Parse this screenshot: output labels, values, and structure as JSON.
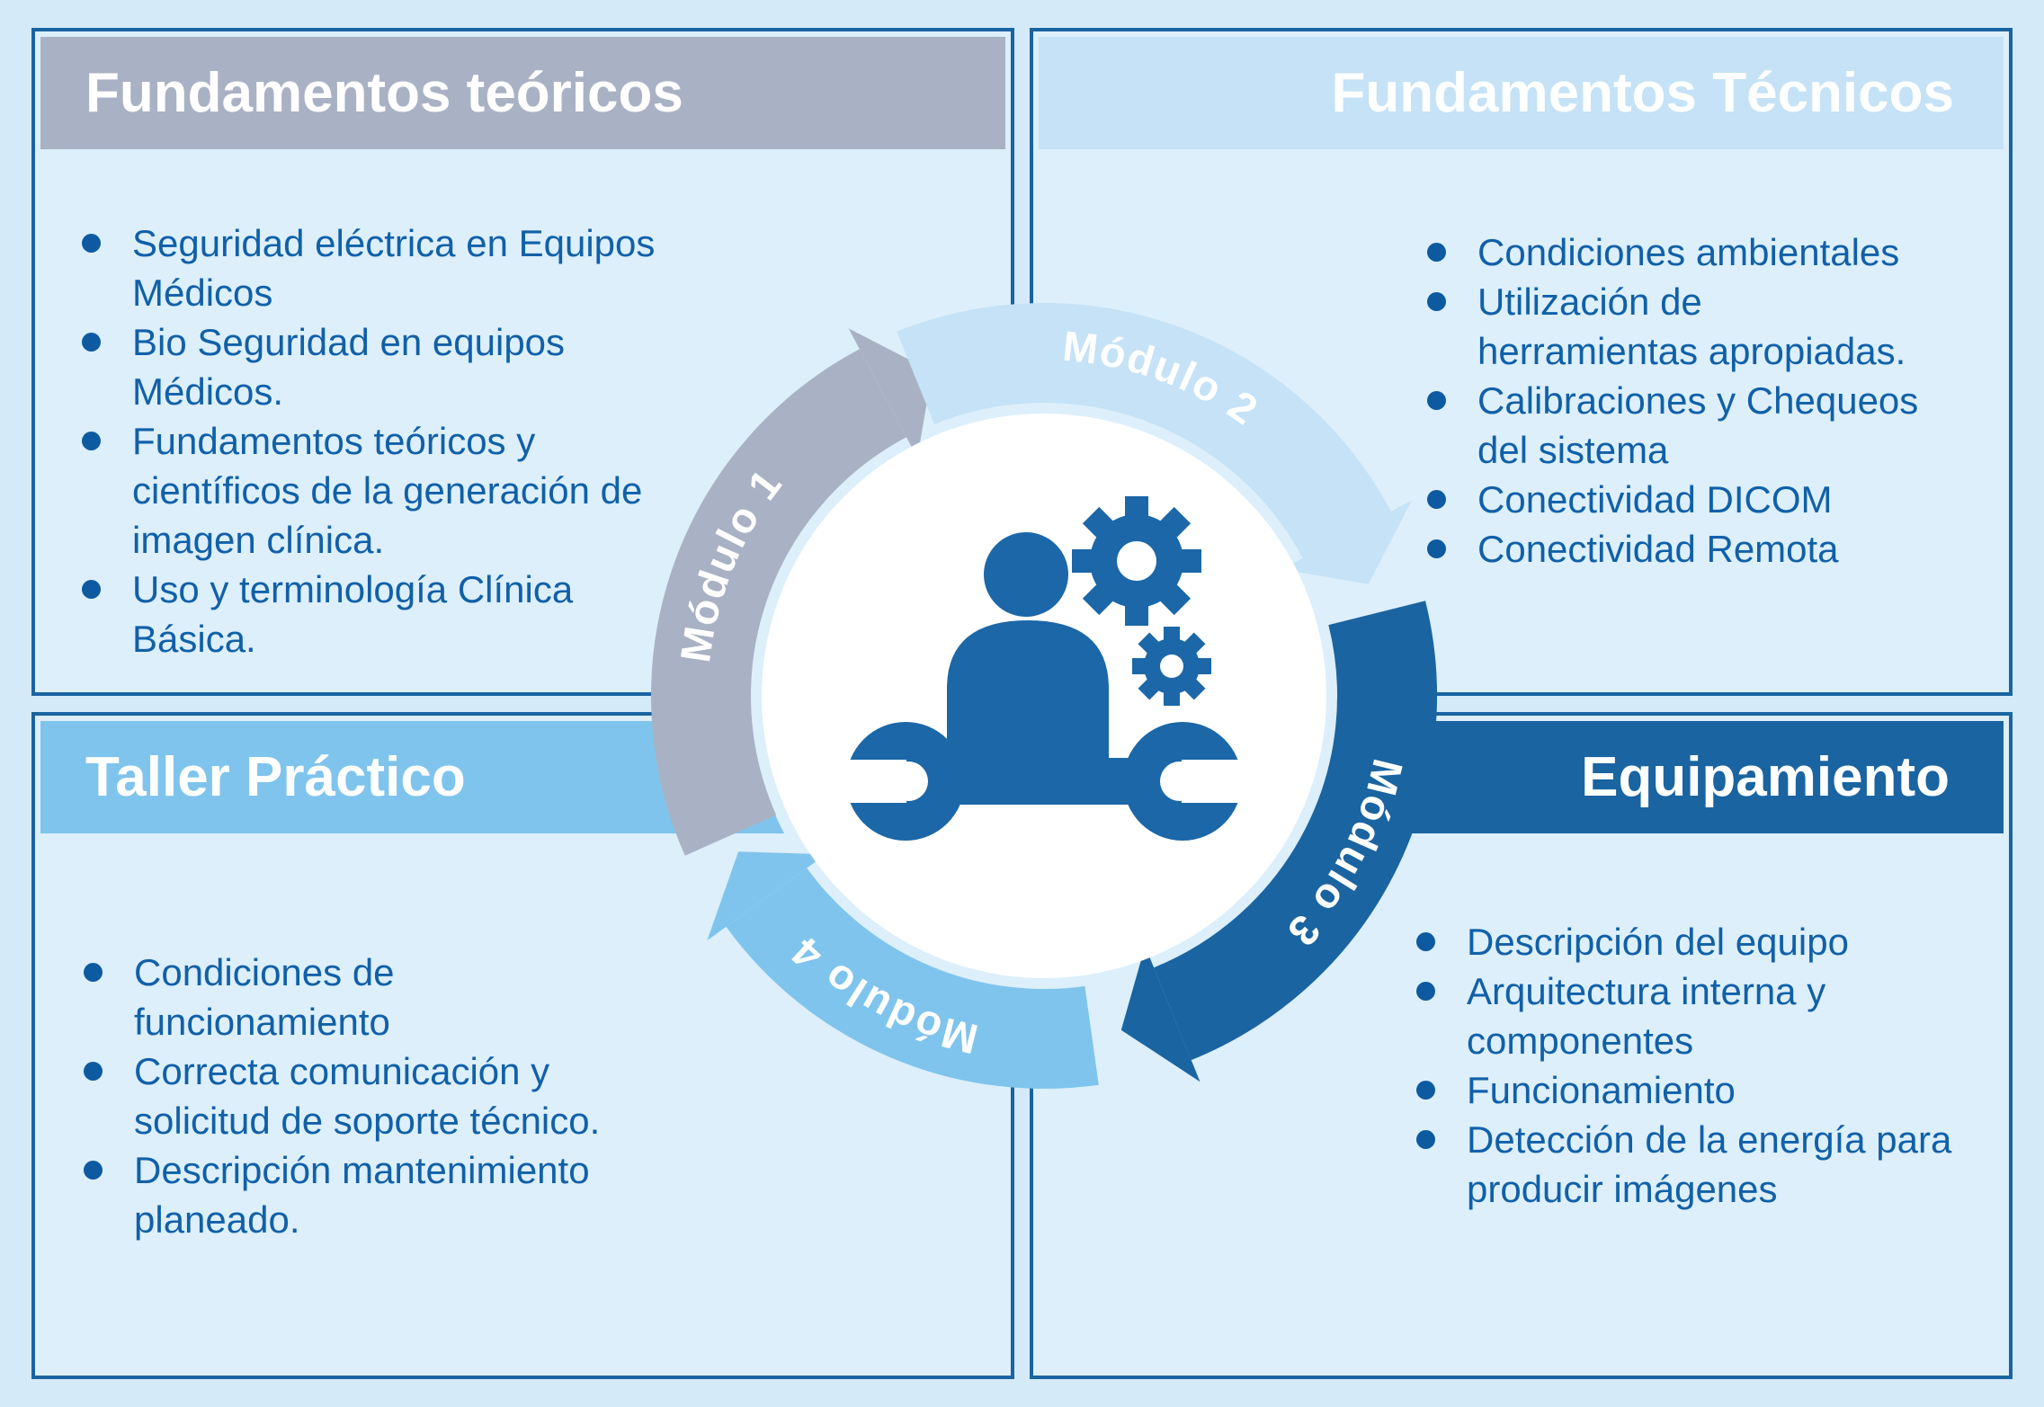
{
  "colors": {
    "page_bg": "#d5eaf8",
    "panel_bg": "#dceffb",
    "panel_border": "#1a64a1",
    "text_blue": "#1160a8",
    "bullet_blue": "#0e5aa0",
    "title_white": "#ffffff",
    "icon_blue": "#1b67a8",
    "center_circle": "#ffffff",
    "q_tl": "#a9b2c4",
    "q_tr": "#c5e2f6",
    "q_bl": "#7fc4ec",
    "q_br": "#1a64a1"
  },
  "quadrants": {
    "top_left": {
      "title": "Fundamentos teóricos",
      "bullets": [
        "Seguridad eléctrica en Equipos Médicos",
        "Bio Seguridad en equipos Médicos.",
        "Fundamentos teóricos y científicos de la generación de imagen clínica.",
        "Uso y terminología Clínica Básica."
      ]
    },
    "top_right": {
      "title": "Fundamentos Técnicos",
      "bullets": [
        "Condiciones ambientales",
        "Utilización de herramientas apropiadas.",
        "Calibraciones y Chequeos del sistema",
        "Conectividad DICOM",
        "Conectividad Remota"
      ]
    },
    "bottom_left": {
      "title": "Taller Práctico",
      "bullets": [
        "Condiciones de funcionamiento",
        "Correcta comunicación y solicitud de soporte técnico.",
        "Descripción mantenimiento planeado."
      ]
    },
    "bottom_right": {
      "title": "Equipamiento",
      "bullets": [
        "Descripción del equipo",
        "Arquitectura interna y componentes",
        "Funcionamiento",
        "Detección de la energía para producir imágenes"
      ]
    }
  },
  "cycle": {
    "modules": [
      {
        "label": "Módulo 1",
        "color": "#a9b2c4"
      },
      {
        "label": "Módulo 2",
        "color": "#c5e2f6"
      },
      {
        "label": "Módulo 3",
        "color": "#1a64a1"
      },
      {
        "label": "Módulo 4",
        "color": "#7fc4ec"
      }
    ],
    "center_icon": "technician-person-with-gears-and-wrench"
  }
}
